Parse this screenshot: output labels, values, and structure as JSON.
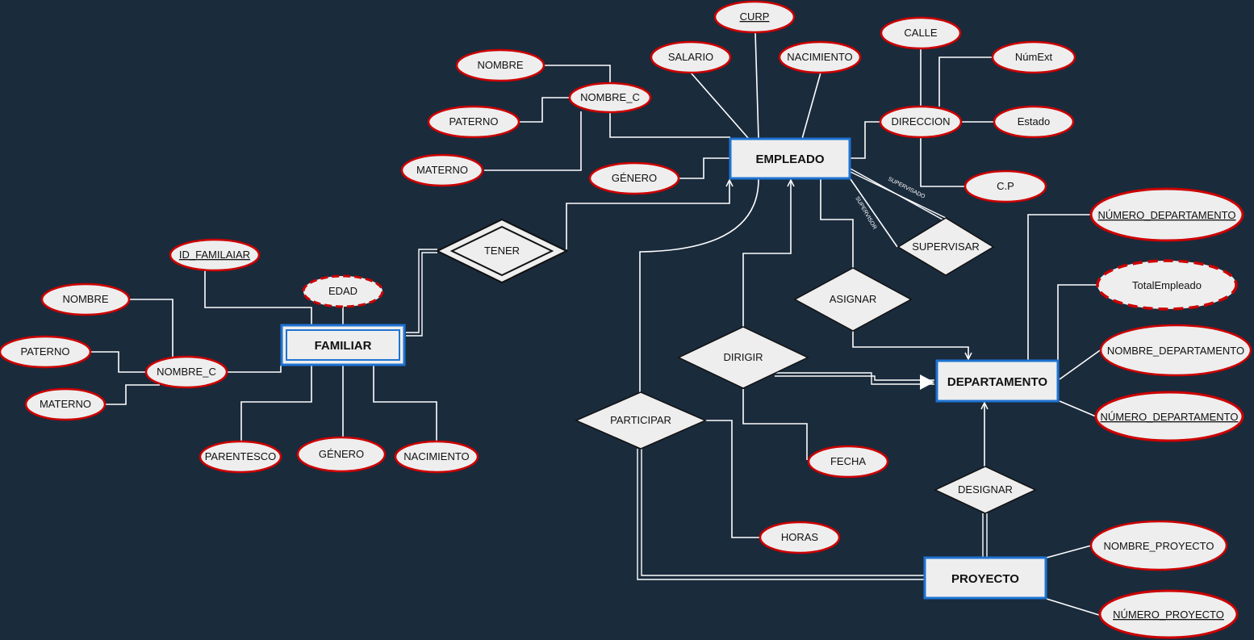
{
  "diagram": {
    "entities": {
      "empleado": "EMPLEADO",
      "familiar": "FAMILIAR",
      "departamento": "DEPARTAMENTO",
      "proyecto": "PROYECTO"
    },
    "relationships": {
      "tener": "TENER",
      "supervisar": "SUPERVISAR",
      "asignar": "ASIGNAR",
      "dirigir": "DIRIGIR",
      "participar": "PARTICIPAR",
      "designar": "DESIGNAR"
    },
    "role_labels": {
      "supervisado": "SUPERVISADO",
      "supervisor": "SUPERVISOR"
    },
    "empleado_attributes": {
      "curp": "CURP",
      "salario": "SALARIO",
      "nacimiento": "NACIMIENTO",
      "nombre_c": "NOMBRE_C",
      "nombre": "NOMBRE",
      "paterno": "PATERNO",
      "materno": "MATERNO",
      "genero": "GÉNERO",
      "direccion": "DIRECCION",
      "calle": "CALLE",
      "num_ext": "NúmExt",
      "estado": "Estado",
      "cp": "C.P"
    },
    "familiar_attributes": {
      "id_familiar": "ID_FAMILAIAR",
      "edad": "EDAD",
      "nombre_c": "NOMBRE_C",
      "nombre": "NOMBRE",
      "paterno": "PATERNO",
      "materno": "MATERNO",
      "parentesco": "PARENTESCO",
      "genero": "GÉNERO",
      "nacimiento": "NACIMIENTO"
    },
    "departamento_attributes": {
      "numero_departamento_1": "NÚMERO_DEPARTAMENTO",
      "total_empleado": "TotalEmpleado",
      "nombre_departamento": "NOMBRE_DEPARTAMENTO",
      "numero_departamento_2": "NÚMERO_DEPARTAMENTO"
    },
    "proyecto_attributes": {
      "nombre_proyecto": "NOMBRE_PROYECTO",
      "numero_proyecto": "NÚMERO_PROYECTO"
    },
    "relationship_attributes": {
      "fecha": "FECHA",
      "horas": "HORAS"
    },
    "colors": {
      "background": "#1a2b3c",
      "attribute_fill": "#eeeeee",
      "attribute_border": "#cc0000",
      "entity_border": "#1e73d2",
      "line": "#ffffff"
    }
  }
}
